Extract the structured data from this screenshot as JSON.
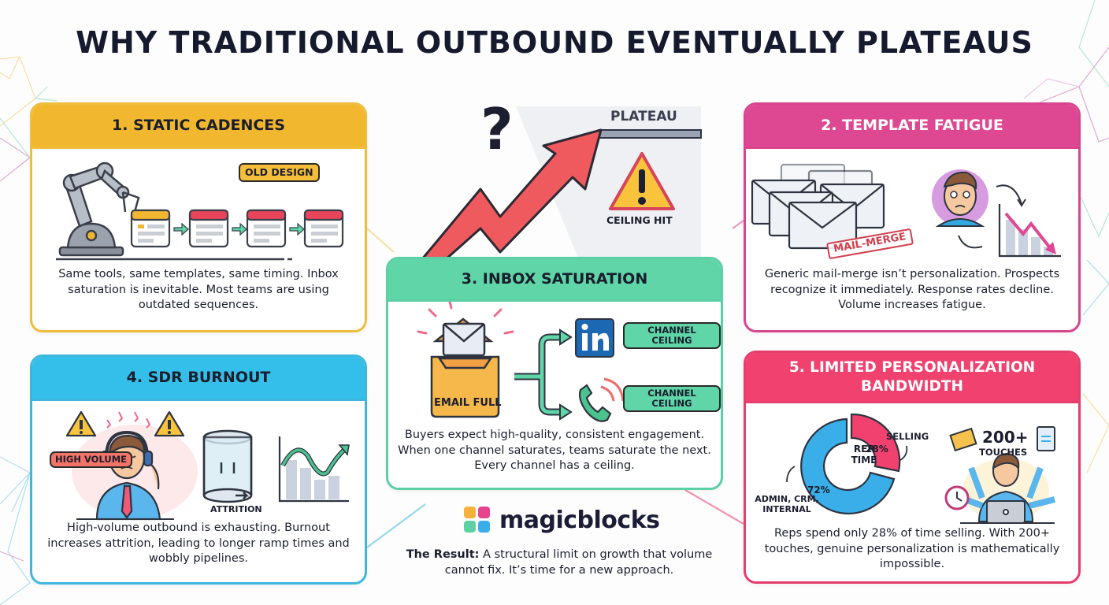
{
  "title": "WHY TRADITIONAL OUTBOUND EVENTUALLY PLATEAUS",
  "colors": {
    "yellow": "#f1b82f",
    "pink": "#de4892",
    "green": "#5fd5a8",
    "blue": "#33bfea",
    "red": "#f0416f",
    "dark": "#161a2e"
  },
  "center_graphic": {
    "question_mark": "?",
    "plateau_label": "PLATEAU",
    "ceiling_label": "CEILING HIT",
    "icons": [
      "rising-arrow-icon",
      "warning-icon",
      "question-mark-icon"
    ]
  },
  "cards": [
    {
      "id": 1,
      "title": "1. STATIC CADENCES",
      "illustration": {
        "icons": [
          "robot-arm-icon",
          "calendar-icon",
          "calendar-icon",
          "calendar-icon",
          "calendar-icon"
        ],
        "callout": "OLD DESIGN"
      },
      "text": "Same tools, same templates, same timing. Inbox saturation is inevitable. Most teams are using outdated sequences."
    },
    {
      "id": 2,
      "title": "2. TEMPLATE FATIGUE",
      "illustration": {
        "icons": [
          "stacked-envelopes-icon",
          "bored-person-icon",
          "declining-chart-icon"
        ],
        "stamp": "MAIL-MERGE"
      },
      "text": "Generic mail-merge isn’t personalization. Prospects recognize it immediately. Response rates decline. Volume increases fatigue."
    },
    {
      "id": 3,
      "title": "3. INBOX SATURATION",
      "illustration": {
        "icons": [
          "inbox-tray-icon",
          "linkedin-icon",
          "phone-icon"
        ],
        "inbox_label": "EMAIL FULL",
        "channel_labels": [
          "CHANNEL CEILING",
          "CHANNEL CEILING"
        ]
      },
      "text": "Buyers expect high-quality, consistent engagement. When one channel saturates, teams saturate the next. Every channel has a ceiling."
    },
    {
      "id": 4,
      "title": "4. SDR BURNOUT",
      "illustration": {
        "icons": [
          "warning-icon",
          "stressed-rep-icon",
          "warning-icon",
          "revolving-door-icon",
          "wavy-chart-icon"
        ],
        "callout": "HIGH VOLUME",
        "door_label": "ATTRITION"
      },
      "text": "High-volume outbound is exhausting. Burnout increases attrition, leading to longer ramp times and wobbly pipelines."
    },
    {
      "id": 5,
      "title": "5. LIMITED PERSONALIZATION BANDWIDTH",
      "illustration": {
        "donut_center": "REP TIME",
        "touches_count": "200+",
        "touches_label": "TOUCHES",
        "icons": [
          "donut-chart-icon",
          "multitasking-rep-icon",
          "envelope-icon",
          "document-icon",
          "clock-icon",
          "laptop-icon"
        ]
      },
      "text": "Reps spend only 28% of time selling. With 200+ touches, genuine personalization is mathematically impossible."
    }
  ],
  "chart_data": {
    "type": "pie",
    "title": "REP TIME",
    "categories": [
      "SELLING",
      "ADMIN, CRM, INTERNAL"
    ],
    "values": [
      28,
      72
    ],
    "labels": [
      "28%",
      "72%"
    ],
    "colors": [
      "#f0416f",
      "#3aaee8"
    ]
  },
  "footer": {
    "brand": "magicblocks",
    "result_label": "The Result:",
    "result_text": " A structural limit on growth that volume cannot fix. It’s time for a new approach."
  }
}
